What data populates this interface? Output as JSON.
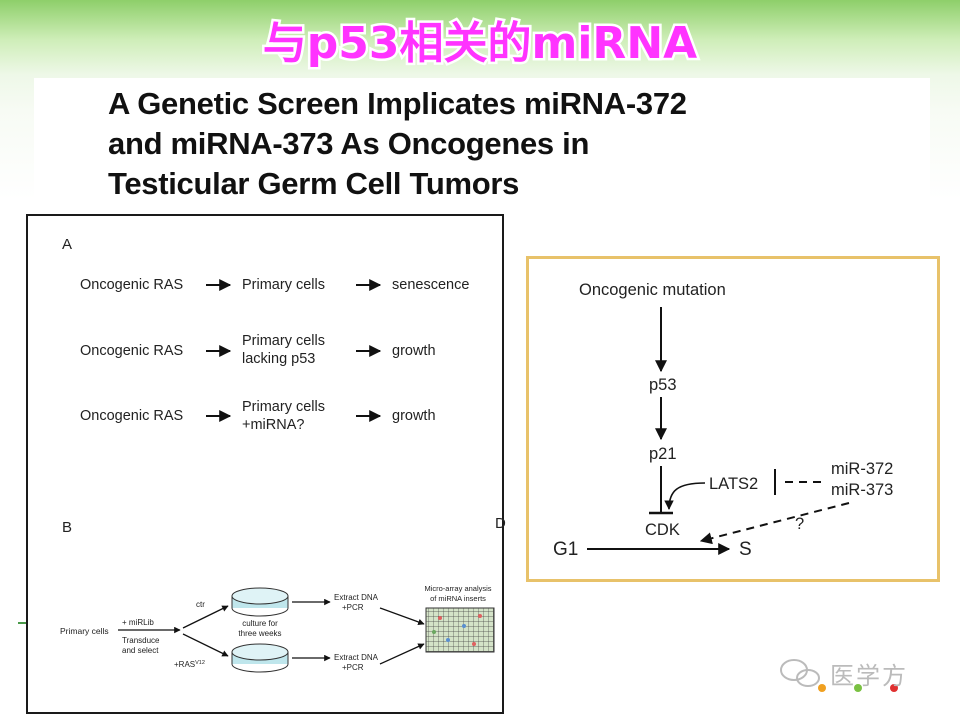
{
  "slide": {
    "title": "与p53相关的miRNA",
    "paper_title_lines": [
      "A Genetic Screen Implicates miRNA-372",
      "and miRNA-373 As Oncogenes in",
      "Testicular Germ Cell Tumors"
    ]
  },
  "panel_a": {
    "label": "A",
    "rows": [
      {
        "input": "Oncogenic RAS",
        "cells": [
          "Primary cells"
        ],
        "outcome": "senescence"
      },
      {
        "input": "Oncogenic RAS",
        "cells": [
          "Primary cells",
          "lacking p53"
        ],
        "outcome": "growth"
      },
      {
        "input": "Oncogenic RAS",
        "cells": [
          "Primary cells",
          "+miRNA?"
        ],
        "outcome": "growth"
      }
    ]
  },
  "panel_b": {
    "label": "B",
    "cut_label": "D",
    "primary_cells": "Primary cells",
    "mirlib": "+ miRLib",
    "transduce": [
      "Transduce",
      "and select"
    ],
    "ctr": "ctr",
    "ras": "+RAS",
    "ras_sup": "V12",
    "culture": [
      "culture for",
      "three weeks"
    ],
    "extract": [
      "Extract DNA",
      "+PCR"
    ],
    "microarray": [
      "Micro-array analysis",
      "of miRNA inserts"
    ]
  },
  "pathway": {
    "mutation": "Oncogenic mutation",
    "p53": "p53",
    "p21": "p21",
    "lats2": "LATS2",
    "mir372": "miR-372",
    "mir373": "miR-373",
    "question": "?",
    "cdk": "CDK",
    "g1": "G1",
    "s": "S"
  },
  "watermark": {
    "text": "医学方"
  },
  "colors": {
    "title_fill": "#ff33ff",
    "title_outline": "#ffffff",
    "inset_border": "#e8c26a",
    "dish": "#bfe6ec",
    "array_bg": "#d4e3c8"
  }
}
